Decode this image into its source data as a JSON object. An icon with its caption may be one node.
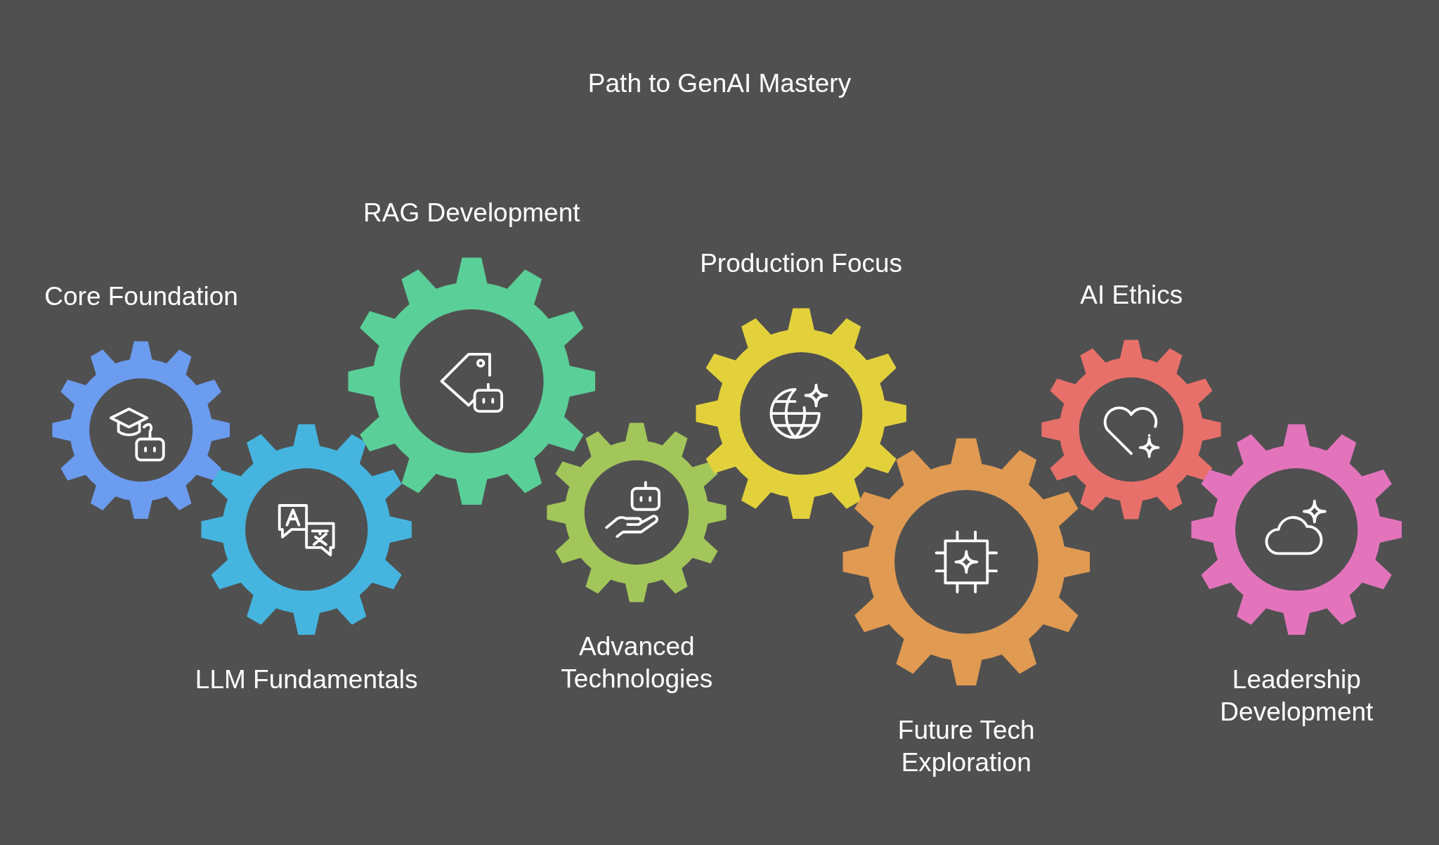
{
  "diagram": {
    "title": "Path to GenAI Mastery",
    "nodes": [
      {
        "text": [
          "Core Foundation"
        ]
      },
      {
        "text": [
          "LLM Fundamentals"
        ]
      },
      {
        "text": [
          "RAG Development"
        ]
      },
      {
        "text": [
          "Advanced Technologies"
        ]
      },
      {
        "text": [
          "Production Focus"
        ]
      },
      {
        "text": [
          "Future Tech Exploration"
        ]
      },
      {
        "text": [
          "AI Ethics"
        ]
      },
      {
        "text": [
          "Leadership Development"
        ]
      }
    ]
  }
}
